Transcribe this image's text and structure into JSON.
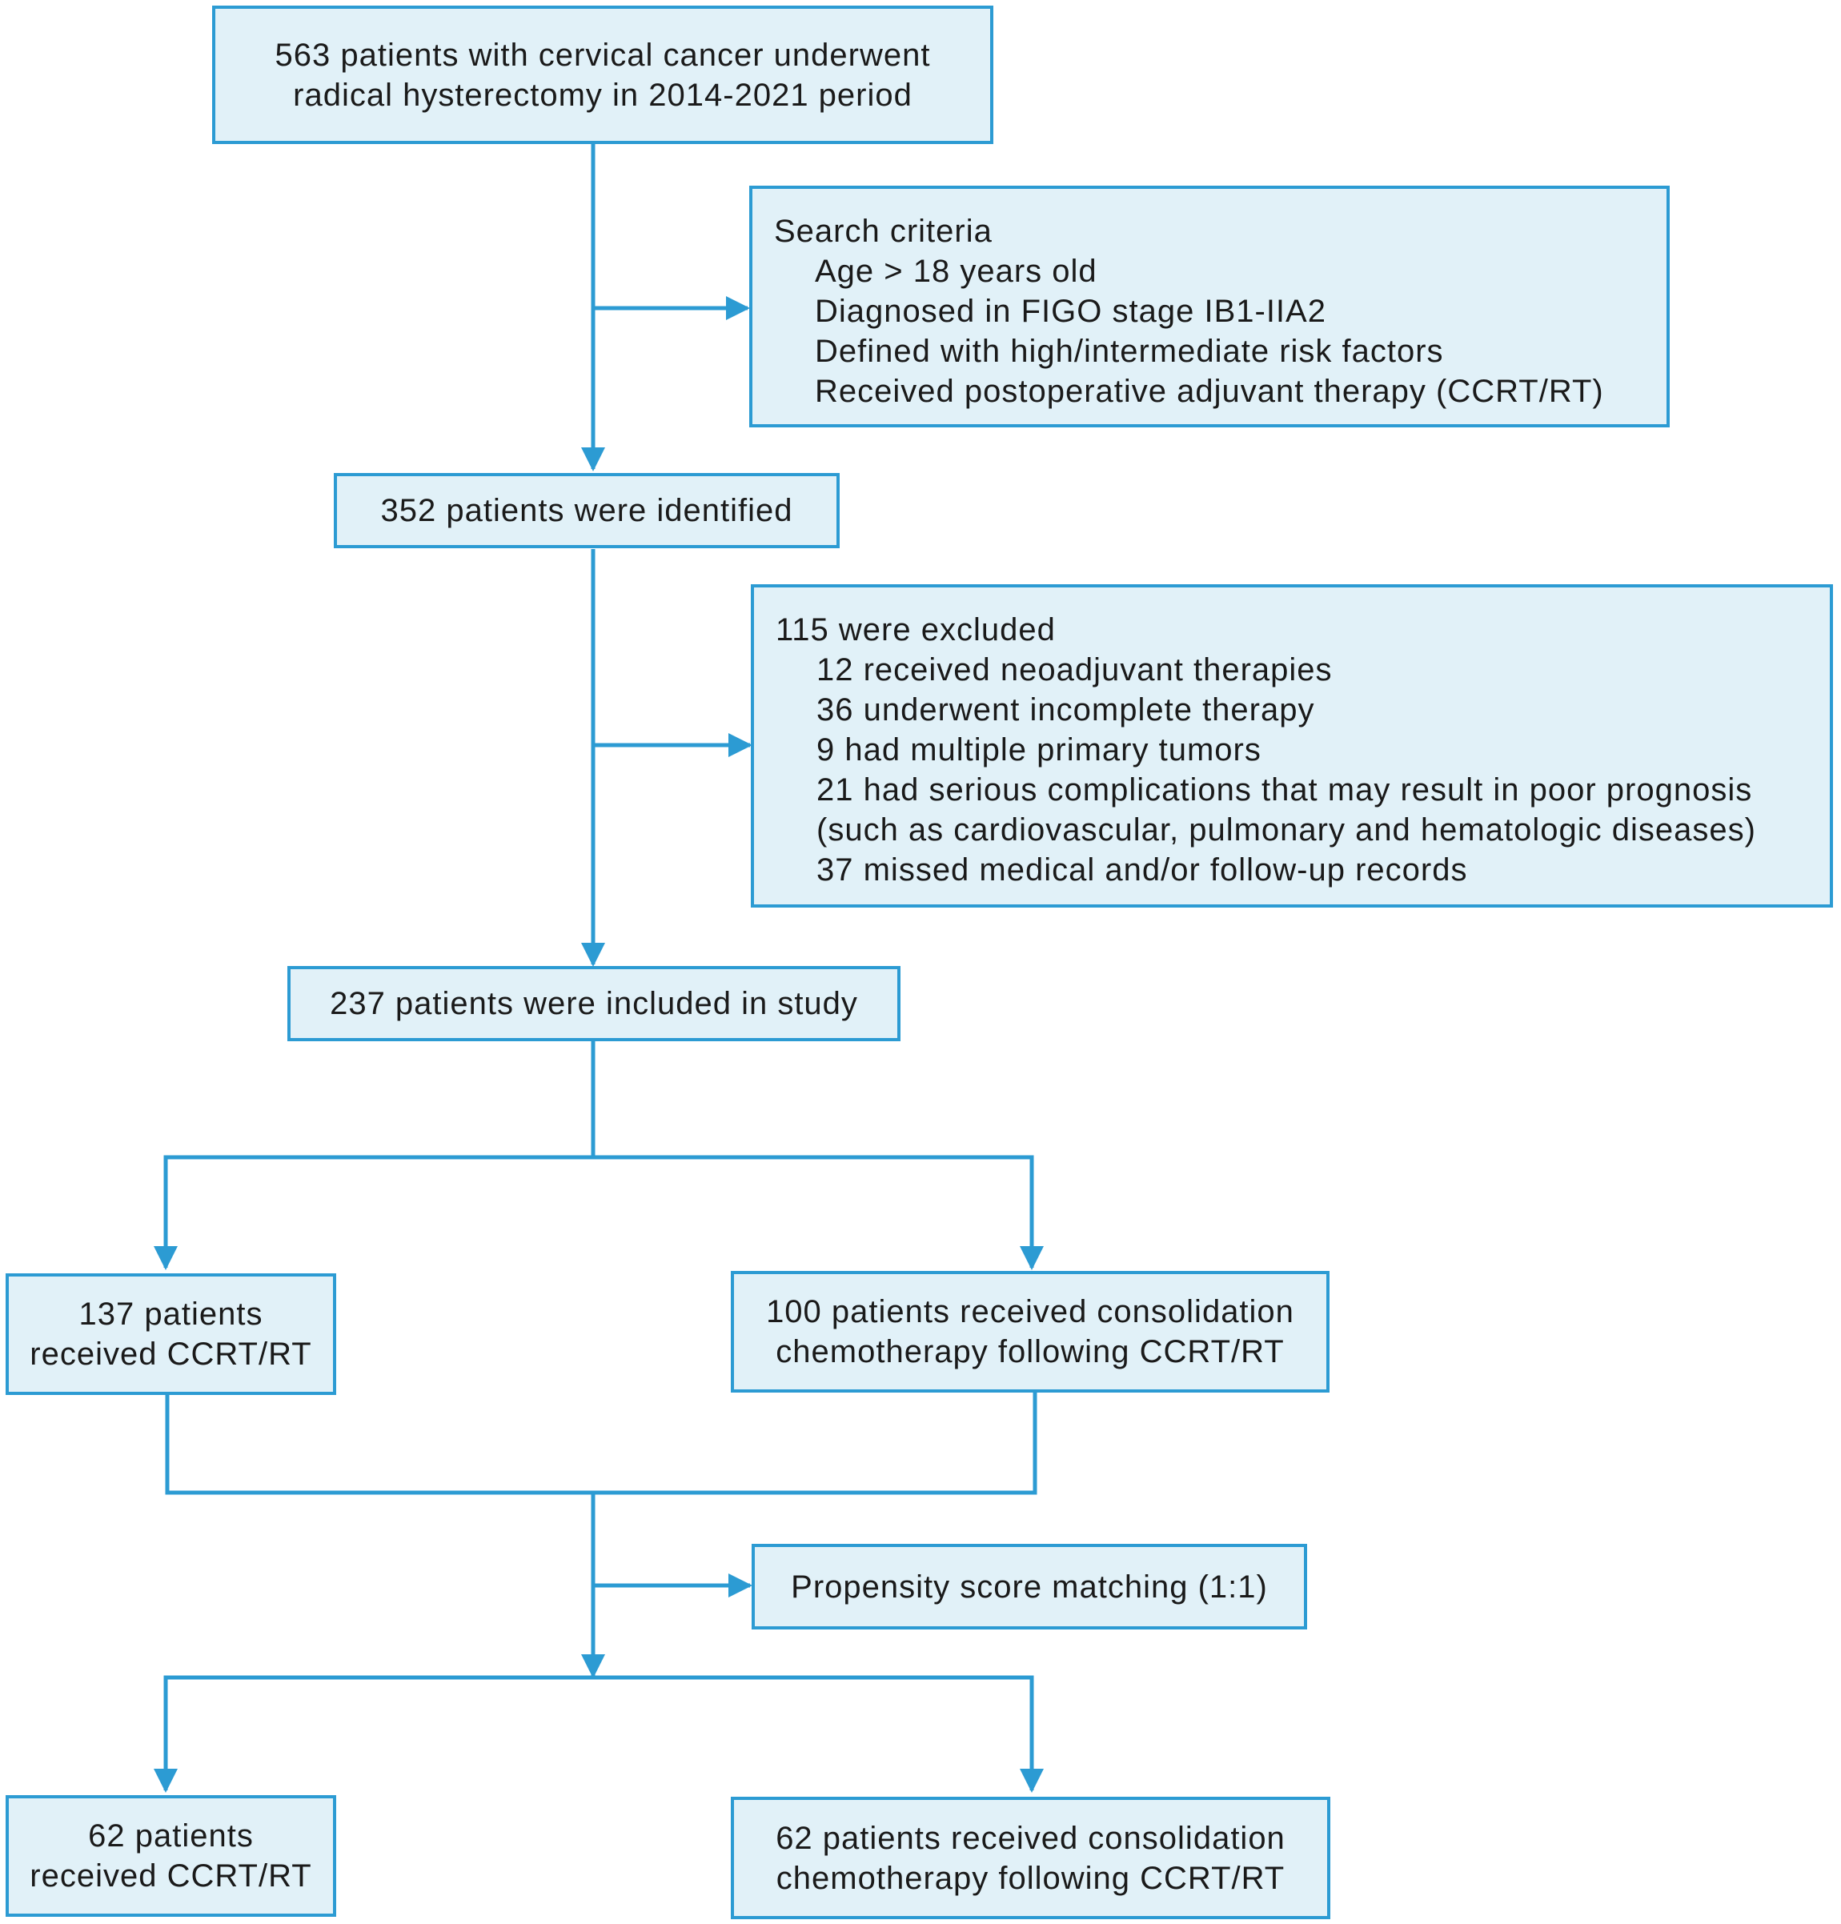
{
  "colors": {
    "line": "#2c9bd3",
    "box_fill": "#e1f1f8",
    "text": "#1a1a1a"
  },
  "boxes": {
    "start": [
      "563 patients with cervical cancer underwent",
      "radical hysterectomy in 2014-2021 period"
    ],
    "search": {
      "title": "Search criteria",
      "items": [
        "Age > 18 years old",
        "Diagnosed in FIGO stage IB1-IIA2",
        "Defined with high/intermediate risk factors",
        "Received postoperative adjuvant therapy (CCRT/RT)"
      ]
    },
    "identified": "352 patients were identified",
    "excluded": {
      "title": "115 were excluded",
      "items": [
        "12 received neoadjuvant therapies",
        "36 underwent incomplete therapy",
        "9 had multiple primary tumors",
        "21 had serious complications that may result in poor prognosis",
        "(such as cardiovascular, pulmonary and hematologic diseases)",
        "37 missed medical and/or follow-up records"
      ]
    },
    "included": "237 patients were included in study",
    "group_a": [
      "137 patients",
      "received CCRT/RT"
    ],
    "group_b": [
      "100 patients received consolidation",
      "chemotherapy following CCRT/RT"
    ],
    "psm": "Propensity score matching (1:1)",
    "matched_a": [
      "62 patients",
      "received CCRT/RT"
    ],
    "matched_b": [
      "62 patients received consolidation",
      "chemotherapy following CCRT/RT"
    ]
  }
}
